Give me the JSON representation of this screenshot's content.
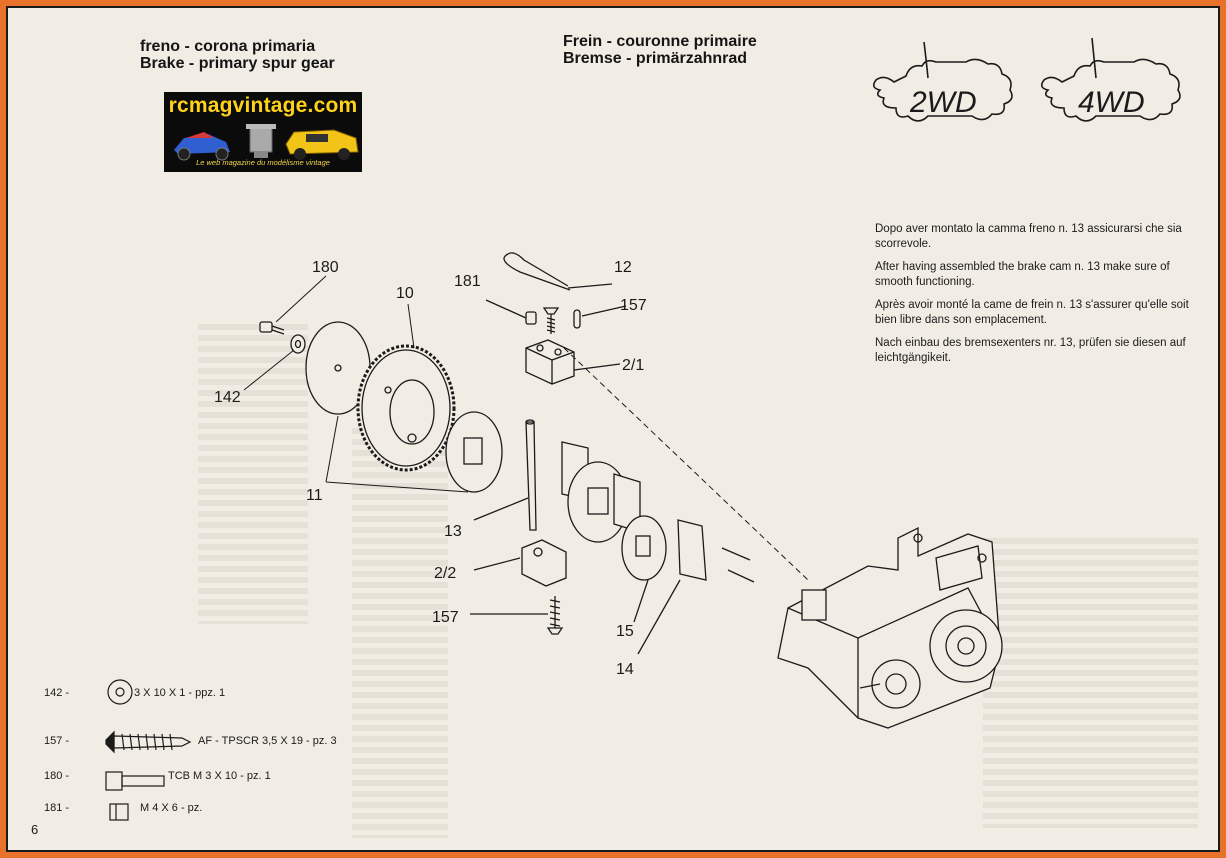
{
  "titles": {
    "left_line1": "freno - corona primaria",
    "left_line2": "Brake - primary spur gear",
    "right_line1": "Frein - couronne primaire",
    "right_line2": "Bremse - primärzahnrad"
  },
  "logo": {
    "text": "rcmagvintage.com",
    "subtitle": "Le web magazine du modélisme vintage"
  },
  "badges": {
    "left": "2WD",
    "right": "4WD"
  },
  "notes": {
    "italian": "Dopo aver montato la camma freno n. 13 assicurarsi che sia scorrevole.",
    "english": "After having assembled the brake cam n. 13 make sure of smooth functioning.",
    "french": "Après avoir monté la came de frein n. 13 s'assurer qu'elle soit bien libre dans son emplacement.",
    "german": "Nach einbau des bremsexenters nr. 13, prüfen sie diesen auf leichtgängikeit."
  },
  "callouts": {
    "c180": "180",
    "c10": "10",
    "c181": "181",
    "c12": "12",
    "c157a": "157",
    "c21": "2/1",
    "c142": "142",
    "c11": "11",
    "c13": "13",
    "c22": "2/2",
    "c157b": "157",
    "c15": "15",
    "c14": "14"
  },
  "legend": [
    {
      "num": "142 -",
      "desc": "3 X 10 X 1 - ppz. 1"
    },
    {
      "num": "157 -",
      "desc": "AF - TPSCR  3,5 X 19 - pz. 3"
    },
    {
      "num": "180 -",
      "desc": "TCB M 3 X 10 - pz. 1"
    },
    {
      "num": "181 -",
      "desc": "M 4 X 6 - pz."
    }
  ],
  "page_number": "6",
  "colors": {
    "border": "#e8722a",
    "paper": "#f1ede4",
    "ink": "#1b1b1b",
    "logo_yellow": "#ffd21a"
  }
}
